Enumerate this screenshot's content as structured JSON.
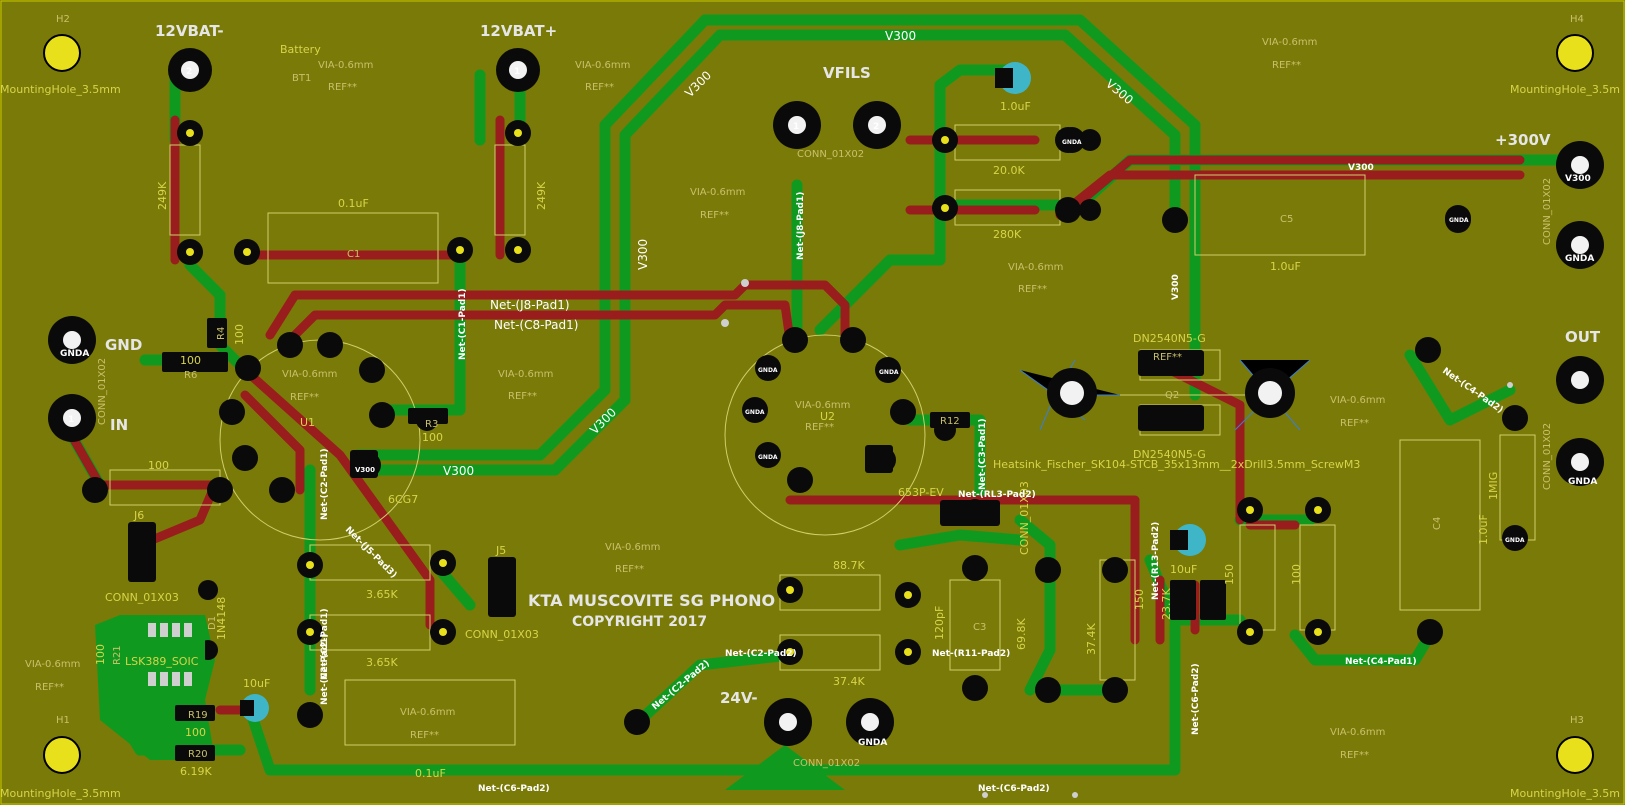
{
  "colors": {
    "board": "#7a7a08",
    "front_copper": "#9a1d1d",
    "back_copper": "#0f9a1f",
    "silk": "#d8d44a",
    "pad": "#0a0a0a",
    "via": "#e8e01a"
  },
  "connectors": {
    "bat_minus": {
      "label": "12VBAT-",
      "pin": "2"
    },
    "bat_plus": {
      "label": "12VBAT+",
      "pin": "1"
    },
    "vfils": {
      "label": "VFILS",
      "ref": "CONN_01X02",
      "pin1": "1",
      "pin2": "2"
    },
    "hv": {
      "label": "+300V",
      "ref": "CONN_01X02",
      "pin1_net": "V300",
      "pin2_net": "GNDA"
    },
    "gnd": {
      "label": "GND",
      "ref": "CONN_01X02",
      "pin_net": "GNDA"
    },
    "in": {
      "label": "IN",
      "pin": "1"
    },
    "out": {
      "label": "OUT",
      "ref": "CONN_01X02",
      "pin2_net": "GNDA"
    },
    "v24": {
      "label": "24V-",
      "ref": "CONN_01X02",
      "pin2_net": "GNDA"
    }
  },
  "mounting_holes": [
    {
      "ref": "H2",
      "label": "MountingHole_3.5mm"
    },
    {
      "ref": "H4",
      "label": "MountingHole_3.5m"
    },
    {
      "ref": "H1",
      "label": "MountingHole_3.5mm"
    },
    {
      "ref": "H3",
      "label": "MountingHole_3.5m"
    }
  ],
  "components": {
    "battery": {
      "label": "Battery",
      "ref": "BT1"
    },
    "c1": {
      "ref": "C1",
      "value": "0.1uF"
    },
    "c2": {
      "value": "0.1uF"
    },
    "c3": {
      "ref": "C3",
      "value": "120pF"
    },
    "c4": {
      "ref": "C4",
      "value": "1.0uF"
    },
    "c5": {
      "ref": "C5",
      "value": "1.0uF"
    },
    "c6": {
      "value": "10uF"
    },
    "c7": {
      "value": "10uF"
    },
    "c8": {
      "value": "1.0uF"
    },
    "r_left": {
      "value": "249K"
    },
    "r_right": {
      "value": "249K"
    },
    "r4": {
      "ref": "R4",
      "value": "100"
    },
    "r6": {
      "ref": "R6",
      "value": "100"
    },
    "r3": {
      "ref": "R3",
      "value": "100"
    },
    "r_in": {
      "value": "100"
    },
    "r5": {
      "value": "3.65K"
    },
    "r18": {
      "value": "3.65K"
    },
    "r10": {
      "value": "88.7K"
    },
    "r9": {
      "value": "37.4K"
    },
    "r14": {
      "value": "20.0K"
    },
    "r15": {
      "value": "280K"
    },
    "r8": {
      "value": "69.8K"
    },
    "r11": {
      "value": "37.4K"
    },
    "r13": {
      "value": "150"
    },
    "r_23": {
      "value": "23.7K"
    },
    "r_150b": {
      "value": "150"
    },
    "r_100b": {
      "value": "100"
    },
    "r_1mig": {
      "value": "1MIG"
    },
    "r19": {
      "ref": "R19",
      "value": "100"
    },
    "r20": {
      "ref": "R20",
      "value": "6.19K"
    },
    "r21": {
      "ref": "R21",
      "value": "100"
    },
    "r12": {
      "ref": "R12"
    },
    "d1": {
      "ref": "D1",
      "value": "1N4148"
    },
    "q_lsk": {
      "value": "LSK389_SOIC"
    },
    "u1": {
      "ref": "U1",
      "value": "6CG7"
    },
    "u2": {
      "ref": "U2"
    },
    "q2": {
      "ref": "Q2",
      "value": "DN2540N5-G"
    },
    "q3": {
      "value": "DN2540N5-G"
    },
    "j6": {
      "ref": "J6",
      "value": "CONN_01X03"
    },
    "j5": {
      "ref": "J5",
      "value": "CONN_01X03"
    },
    "j2": {
      "value": "CONN_01X03"
    },
    "heatsink": {
      "value": "Heatsink_Fischer_SK104-STCB_35x13mm__2xDrill3.5mm_ScrewM3"
    },
    "ic653": {
      "value": "653P-EV"
    }
  },
  "title_text": {
    "line1": "KTA MUSCOVITE SG PHONO",
    "line2": "COPYRIGHT 2017"
  },
  "nets": {
    "v300": "V300",
    "j8_pad1": "Net-(J8-Pad1)",
    "c8_pad1": "Net-(C8-Pad1)",
    "c1_pad1": "Net-(C1-Pad1)",
    "c2_pad1": "Net-(C2-Pad1)",
    "j5_pad3": "Net-(J5-Pad3)",
    "c3_pad1": "Net-(C3-Pad1)",
    "r13_pad2": "Net-(R13-Pad2)",
    "rl3_pad2": "Net-(RL3-Pad2)",
    "r11_pad2": "Net-(R11-Pad2)",
    "c6_pad2": "Net-(C6-Pad2)",
    "c4_pad1": "Net-(C4-Pad1)",
    "c4_pad2": "Net-(C4-Pad2)",
    "c2_pad2": "Net-(C2-Pad2)",
    "gnda": "GNDA"
  },
  "via_label": "VIA-0.6mm",
  "ref_placeholder": "REF**"
}
